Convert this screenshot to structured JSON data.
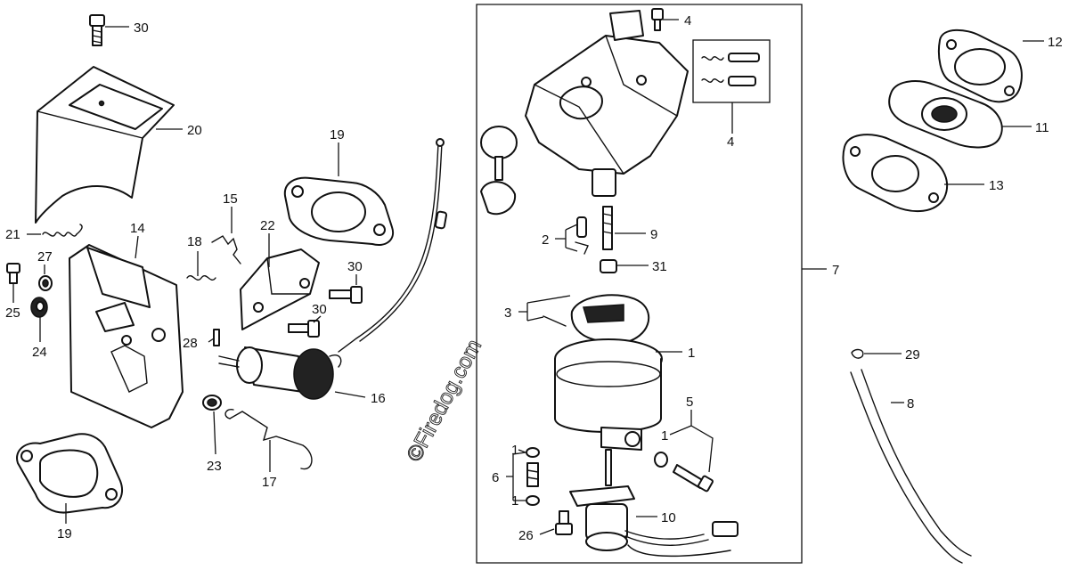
{
  "watermark": "©Firedog.com",
  "callouts": [
    {
      "id": "c30a",
      "text": "30"
    },
    {
      "id": "c20",
      "text": "20"
    },
    {
      "id": "c19a",
      "text": "19"
    },
    {
      "id": "c21",
      "text": "21"
    },
    {
      "id": "c14",
      "text": "14"
    },
    {
      "id": "c15",
      "text": "15"
    },
    {
      "id": "c18",
      "text": "18"
    },
    {
      "id": "c22",
      "text": "22"
    },
    {
      "id": "c27",
      "text": "27"
    },
    {
      "id": "c25",
      "text": "25"
    },
    {
      "id": "c24",
      "text": "24"
    },
    {
      "id": "c30b",
      "text": "30"
    },
    {
      "id": "c30c",
      "text": "30"
    },
    {
      "id": "c28",
      "text": "28"
    },
    {
      "id": "c16",
      "text": "16"
    },
    {
      "id": "c23",
      "text": "23"
    },
    {
      "id": "c17",
      "text": "17"
    },
    {
      "id": "c19b",
      "text": "19"
    },
    {
      "id": "c4a",
      "text": "4"
    },
    {
      "id": "c4b",
      "text": "4"
    },
    {
      "id": "c2",
      "text": "2"
    },
    {
      "id": "c9",
      "text": "9"
    },
    {
      "id": "c31",
      "text": "31"
    },
    {
      "id": "c3",
      "text": "3"
    },
    {
      "id": "c1a",
      "text": "1"
    },
    {
      "id": "c5",
      "text": "5"
    },
    {
      "id": "c1b",
      "text": "1"
    },
    {
      "id": "c1c",
      "text": "1"
    },
    {
      "id": "c6",
      "text": "6"
    },
    {
      "id": "c1d",
      "text": "1"
    },
    {
      "id": "c10",
      "text": "10"
    },
    {
      "id": "c26",
      "text": "26"
    },
    {
      "id": "c7",
      "text": "7"
    },
    {
      "id": "c12",
      "text": "12"
    },
    {
      "id": "c11",
      "text": "11"
    },
    {
      "id": "c13",
      "text": "13"
    },
    {
      "id": "c29",
      "text": "29"
    },
    {
      "id": "c8",
      "text": "8"
    }
  ]
}
